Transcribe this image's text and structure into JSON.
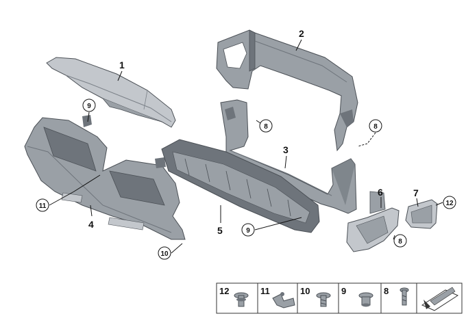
{
  "callouts": {
    "c1": "1",
    "c2": "2",
    "c3": "3",
    "c4": "4",
    "c5": "5",
    "c6": "6",
    "c7": "7",
    "c8a": "8",
    "c8b": "8",
    "c8c": "8",
    "c9a": "9",
    "c9b": "9",
    "c10": "10",
    "c11": "11",
    "c12": "12"
  },
  "legend": {
    "cells": [
      "12",
      "11",
      "10",
      "9",
      "8"
    ]
  },
  "colors": {
    "part_light": "#c3c7cc",
    "part_mid": "#9aa0a6",
    "part_dark": "#6e747b",
    "outline": "#4a4f55"
  }
}
